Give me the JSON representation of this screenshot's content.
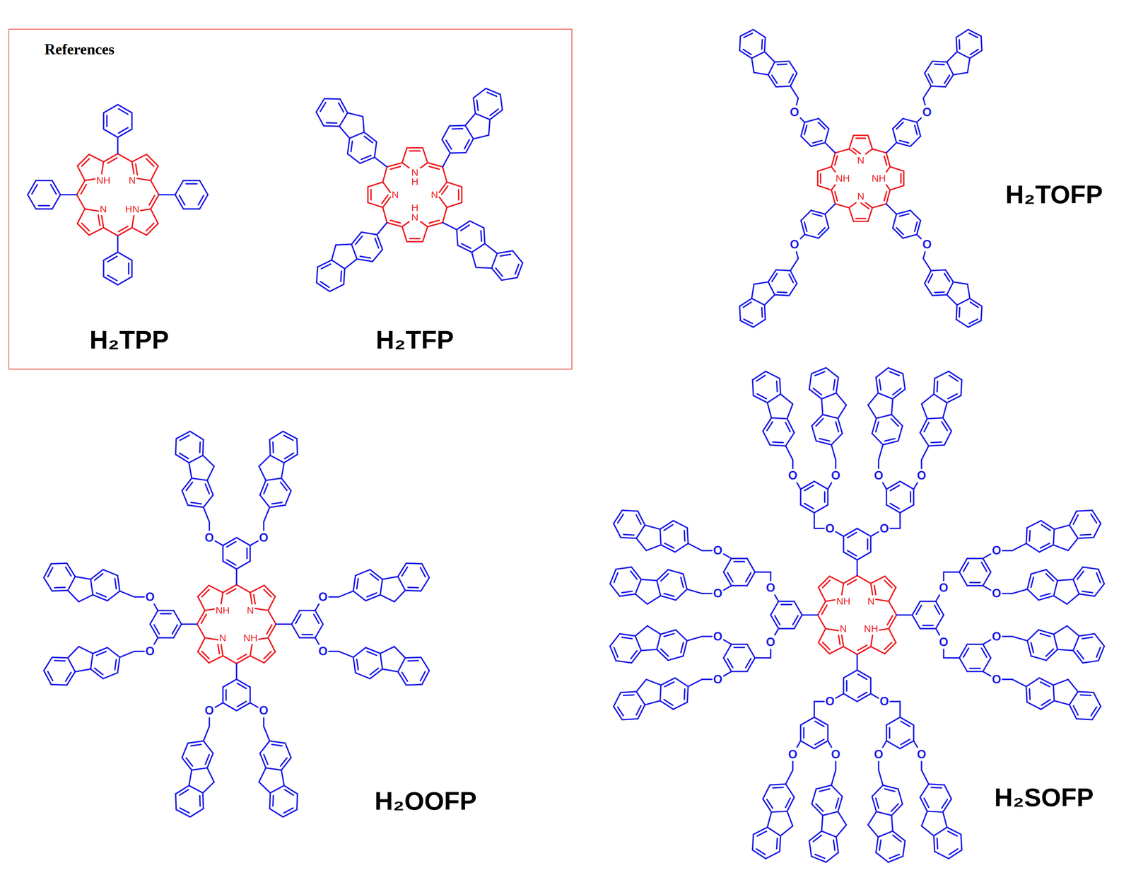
{
  "diagram": {
    "nodes": [
      {
        "text": [
          "References"
        ]
      }
    ],
    "labels": [
      "H₂TPP",
      "NH",
      "N",
      "N",
      "HN",
      "H₂TFP",
      "N H",
      "N",
      "N",
      "H N",
      "H₂TOFP",
      "N",
      "NH",
      "NH",
      "N",
      "O",
      "O",
      "O",
      "O",
      "H₂OOFP",
      "NH",
      "N",
      "N",
      "NH",
      "O",
      "O",
      "O",
      "O",
      "O",
      "O",
      "O",
      "O",
      "H₂SOFP",
      "NH",
      "N",
      "N",
      "NH",
      "O",
      "O",
      "O",
      "O",
      "O",
      "O",
      "O",
      "O",
      "O",
      "O",
      "O",
      "O",
      "O",
      "O",
      "O",
      "O",
      "O",
      "O",
      "O",
      "O",
      "O",
      "O",
      "O",
      "O"
    ]
  }
}
